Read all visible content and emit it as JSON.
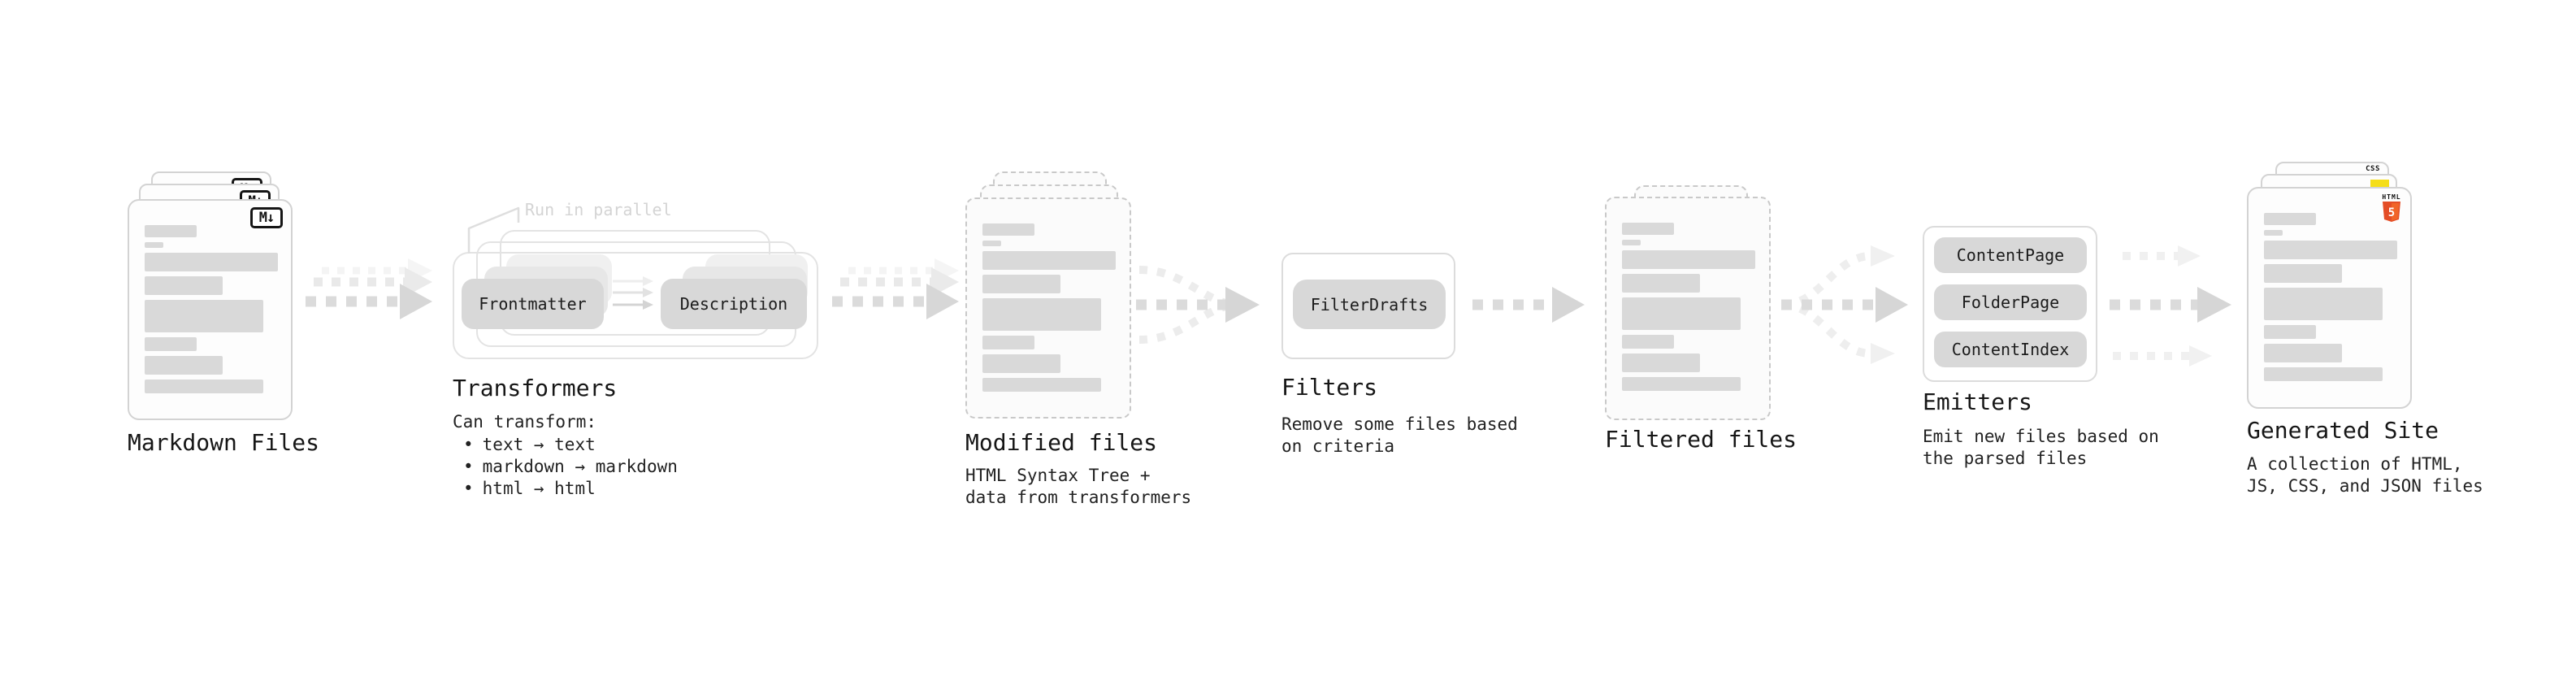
{
  "colors": {
    "html5_orange": "#e44d26",
    "html5_orange_light": "#f16529",
    "js_yellow": "#f5de19",
    "css_blue": "#2862e9"
  },
  "stages": {
    "markdown_files": {
      "title": "Markdown Files",
      "badge": "M↓"
    },
    "transformers": {
      "title": "Transformers",
      "annotation": "Run in parallel",
      "step1": "Frontmatter",
      "step2": "Description",
      "heading": "Can transform:",
      "bullet_char": "•",
      "bullets": [
        "text → text",
        "markdown → markdown",
        "html → html"
      ]
    },
    "modified_files": {
      "title": "Modified files",
      "subtitle": "HTML Syntax Tree +\ndata from transformers"
    },
    "filters": {
      "title": "Filters",
      "button": "FilterDrafts",
      "subtitle": "Remove some files based\non criteria"
    },
    "filtered_files": {
      "title": "Filtered files"
    },
    "emitters": {
      "title": "Emitters",
      "buttons": [
        "ContentPage",
        "FolderPage",
        "ContentIndex"
      ],
      "subtitle": "Emit new files based on\nthe parsed files"
    },
    "generated_site": {
      "title": "Generated Site",
      "subtitle": "A collection of HTML,\nJS, CSS, and JSON files",
      "html_badge_label": "HTML",
      "html_badge_number": "5",
      "css_badge_label": "CSS"
    }
  }
}
